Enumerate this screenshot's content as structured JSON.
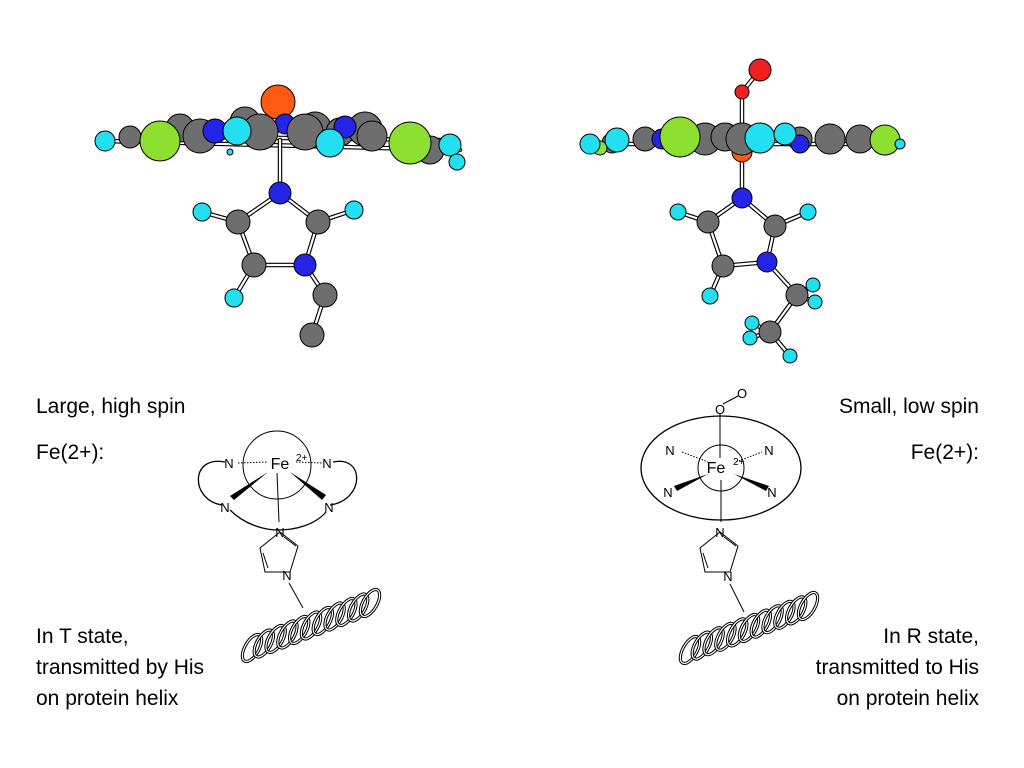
{
  "left": {
    "spin_label": "Large, high spin",
    "ion_label": "Fe(2+):",
    "state_lines": [
      "In T state,",
      "transmitted by His",
      "on protein helix"
    ]
  },
  "right": {
    "spin_label": "Small, low spin",
    "ion_label": "Fe(2+):",
    "state_lines": [
      "In R state,",
      "transmitted to His",
      "on protein helix"
    ]
  },
  "schematic": {
    "atom_N": "N",
    "atom_O": "O",
    "iron": "Fe",
    "iron_charge": "2+"
  },
  "colors": {
    "carbon": "#6e6e6e",
    "nitrogen": "#2424e6",
    "hydrogen": "#22e0f0",
    "iron": "#ff5a14",
    "oxygen": "#f02020",
    "meso": "#8ee030"
  }
}
